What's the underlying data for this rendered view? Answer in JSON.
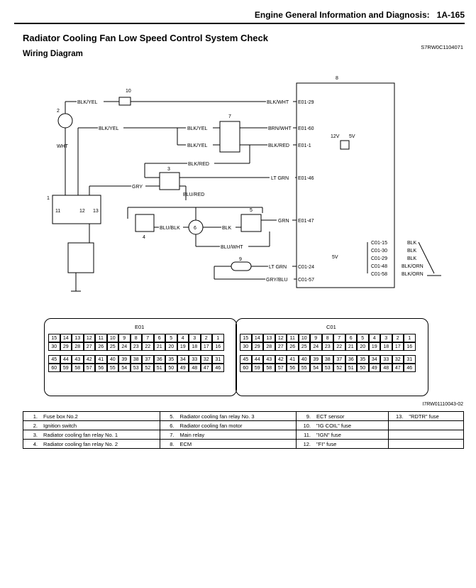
{
  "header": {
    "section": "Engine General Information and Diagnosis:",
    "page": "1A-165"
  },
  "title": "Radiator Cooling Fan Low Speed Control System Check",
  "subtitle": "Wiring Diagram",
  "doc_code": "S7RW0C1104071",
  "figure_code": "I7RW01110043-02",
  "diagram": {
    "components": [
      "1",
      "2",
      "3",
      "4",
      "5",
      "6",
      "7",
      "8",
      "9",
      "10",
      "11",
      "12",
      "13"
    ],
    "wires": {
      "blk_yel": "BLK/YEL",
      "blk_wht": "BLK/WHT",
      "brn_wht": "BRN/WHT",
      "blk_red": "BLK/RED",
      "wht": "WHT",
      "gry": "GRY",
      "lt_grn": "LT GRN",
      "blu_red": "BLU/RED",
      "blu_blk": "BLU/BLK",
      "blk": "BLK",
      "grn": "GRN",
      "blu_wht": "BLU/WHT",
      "gry_blu": "GRY/BLU",
      "blk_orn": "BLK/ORN"
    },
    "terminals": {
      "e01_29": "E01-29",
      "e01_60": "E01-60",
      "e01_1": "E01-1",
      "e01_46": "E01-46",
      "e01_47": "E01-47",
      "c01_24": "C01-24",
      "c01_57": "C01-57",
      "c01_15": "C01-15",
      "c01_30": "C01-30",
      "c01_29": "C01-29",
      "c01_48": "C01-48",
      "c01_58": "C01-58"
    },
    "voltages": {
      "v12": "12V",
      "v5": "5V"
    }
  },
  "connectors": [
    {
      "name": "E01",
      "row1": [
        "15",
        "14",
        "13",
        "12",
        "11",
        "10",
        "9",
        "8",
        "7",
        "6",
        "5",
        "4",
        "3",
        "2",
        "1"
      ],
      "row2": [
        "30",
        "29",
        "28",
        "27",
        "26",
        "25",
        "24",
        "23",
        "22",
        "21",
        "20",
        "19",
        "18",
        "17",
        "16"
      ],
      "row3": [
        "45",
        "44",
        "43",
        "42",
        "41",
        "40",
        "39",
        "38",
        "37",
        "36",
        "35",
        "34",
        "33",
        "32",
        "31"
      ],
      "row4": [
        "60",
        "59",
        "58",
        "57",
        "56",
        "55",
        "54",
        "53",
        "52",
        "51",
        "50",
        "49",
        "48",
        "47",
        "46"
      ]
    },
    {
      "name": "C01",
      "row1": [
        "15",
        "14",
        "13",
        "12",
        "11",
        "10",
        "9",
        "8",
        "7",
        "6",
        "5",
        "4",
        "3",
        "2",
        "1"
      ],
      "row2": [
        "30",
        "29",
        "28",
        "27",
        "26",
        "25",
        "24",
        "23",
        "22",
        "21",
        "20",
        "19",
        "18",
        "17",
        "16"
      ],
      "row3": [
        "45",
        "44",
        "43",
        "42",
        "41",
        "40",
        "39",
        "38",
        "37",
        "36",
        "35",
        "34",
        "33",
        "32",
        "31"
      ],
      "row4": [
        "60",
        "59",
        "58",
        "57",
        "56",
        "55",
        "54",
        "53",
        "52",
        "51",
        "50",
        "49",
        "48",
        "47",
        "46"
      ]
    }
  ],
  "legend": [
    [
      "1.",
      "Fuse box No.2",
      "5.",
      "Radiator cooling fan relay No. 3",
      "9.",
      "ECT sensor",
      "13.",
      "\"RDTR\" fuse"
    ],
    [
      "2.",
      "Ignition switch",
      "6.",
      "Radiator cooling fan motor",
      "10.",
      "\"IG COIL\" fuse",
      "",
      ""
    ],
    [
      "3.",
      "Radiator cooling fan relay No. 1",
      "7.",
      "Main relay",
      "11.",
      "\"IGN\" fuse",
      "",
      ""
    ],
    [
      "4.",
      "Radiator cooling fan relay No. 2",
      "8.",
      "ECM",
      "12.",
      "\"FI\" fuse",
      "",
      ""
    ]
  ]
}
